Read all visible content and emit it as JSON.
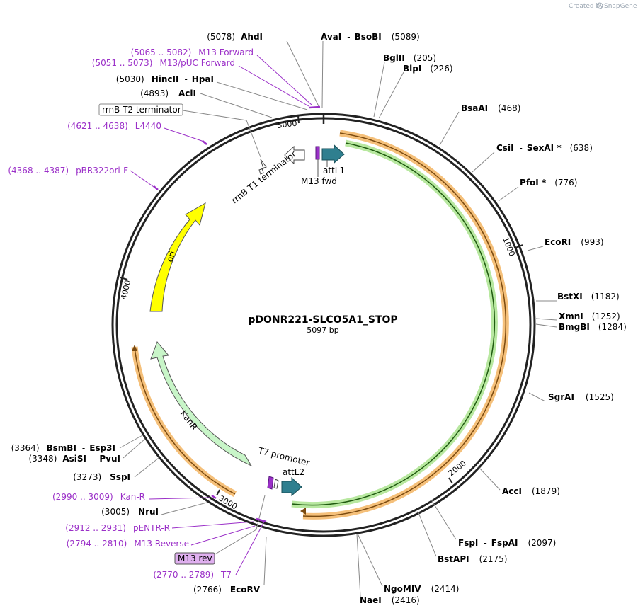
{
  "credit": {
    "prefix": "Created by",
    "brand": "SnapGene"
  },
  "plasmid": {
    "name": "pDONR221-SLCO5A1_STOP",
    "size": "5097 bp"
  },
  "ticks": [
    "1000",
    "2000",
    "3000",
    "4000",
    "5000"
  ],
  "enzymes": [
    {
      "id": "ahdi",
      "pos": "(5078)",
      "name": "AhdI"
    },
    {
      "id": "avai",
      "name": "AvaI",
      "sep": "-",
      "name2": "BsoBI",
      "pos": "(5089)"
    },
    {
      "id": "bglii",
      "name": "BglII",
      "pos": "(205)"
    },
    {
      "id": "blpi",
      "name": "BlpI",
      "pos": "(226)"
    },
    {
      "id": "bsaai",
      "name": "BsaAI",
      "pos": "(468)"
    },
    {
      "id": "csii",
      "name": "CsiI",
      "sep": "-",
      "name2": "SexAI *",
      "pos": "(638)"
    },
    {
      "id": "pfoi",
      "name": "PfoI *",
      "pos": "(776)"
    },
    {
      "id": "ecori",
      "name": "EcoRI",
      "pos": "(993)"
    },
    {
      "id": "bstxi",
      "name": "BstXI",
      "pos": "(1182)"
    },
    {
      "id": "xmni",
      "name": "XmnI",
      "pos": "(1252)"
    },
    {
      "id": "bmgbi",
      "name": "BmgBI",
      "pos": "(1284)"
    },
    {
      "id": "sgrai",
      "name": "SgrAI",
      "pos": "(1525)"
    },
    {
      "id": "acci",
      "name": "AccI",
      "pos": "(1879)"
    },
    {
      "id": "fspi",
      "name": "FspI",
      "sep": "-",
      "name2": "FspAI",
      "pos": "(2097)"
    },
    {
      "id": "bstapi",
      "name": "BstAPI",
      "pos": "(2175)"
    },
    {
      "id": "ngomiv",
      "name": "NgoMIV",
      "pos": "(2414)"
    },
    {
      "id": "naei",
      "name": "NaeI",
      "pos": "(2416)"
    },
    {
      "id": "ecorv",
      "pos": "(2766)",
      "name": "EcoRV"
    },
    {
      "id": "nrui",
      "pos": "(3005)",
      "name": "NruI"
    },
    {
      "id": "sspi",
      "pos": "(3273)",
      "name": "SspI"
    },
    {
      "id": "asisi",
      "pos": "(3348)",
      "name": "AsiSI",
      "sep": "-",
      "name2": "PvuI"
    },
    {
      "id": "bsmbi",
      "pos": "(3364)",
      "name": "BsmBI",
      "sep": "-",
      "name2": "Esp3I"
    },
    {
      "id": "acli",
      "pos": "(4893)",
      "name": "AclI"
    },
    {
      "id": "hincii",
      "pos": "(5030)",
      "name": "HincII",
      "sep": "-",
      "name2": "HpaI"
    }
  ],
  "primers": [
    {
      "id": "m13fwd",
      "range": "(5065 .. 5082)",
      "name": "M13 Forward"
    },
    {
      "id": "m13puc",
      "range": "(5051 .. 5073)",
      "name": "M13/pUC Forward"
    },
    {
      "id": "l4440",
      "range": "(4621 .. 4638)",
      "name": "L4440"
    },
    {
      "id": "pbr322",
      "range": "(4368 .. 4387)",
      "name": "pBR322ori-F"
    },
    {
      "id": "kanr",
      "range": "(2990 .. 3009)",
      "name": "Kan-R"
    },
    {
      "id": "pentr",
      "range": "(2912 .. 2931)",
      "name": "pENTR-R"
    },
    {
      "id": "m13rev",
      "range": "(2794 .. 2810)",
      "name": "M13 Reverse"
    },
    {
      "id": "t7",
      "range": "(2770 .. 2789)",
      "name": "T7"
    }
  ],
  "features": {
    "rrnb_t2": "rrnB T2 terminator",
    "rrnb_t1": "rrnB T1 terminator",
    "attl1": "attL1",
    "m13_fwd": "M13 fwd",
    "ori": "ori",
    "kanr": "KanR",
    "t7_promoter": "T7 promoter",
    "attl2": "attL2",
    "m13_rev": "M13 rev"
  },
  "colors": {
    "backbone": "#222222",
    "ori": "#ffff00",
    "kanr": "#c8f5c8",
    "attl": "#2f7f8f",
    "orf_orange": "#f5c07a",
    "orf_green": "#b8e8a0",
    "primer": "#9b30c8",
    "m13rev_fill": "#e0b0f0"
  }
}
